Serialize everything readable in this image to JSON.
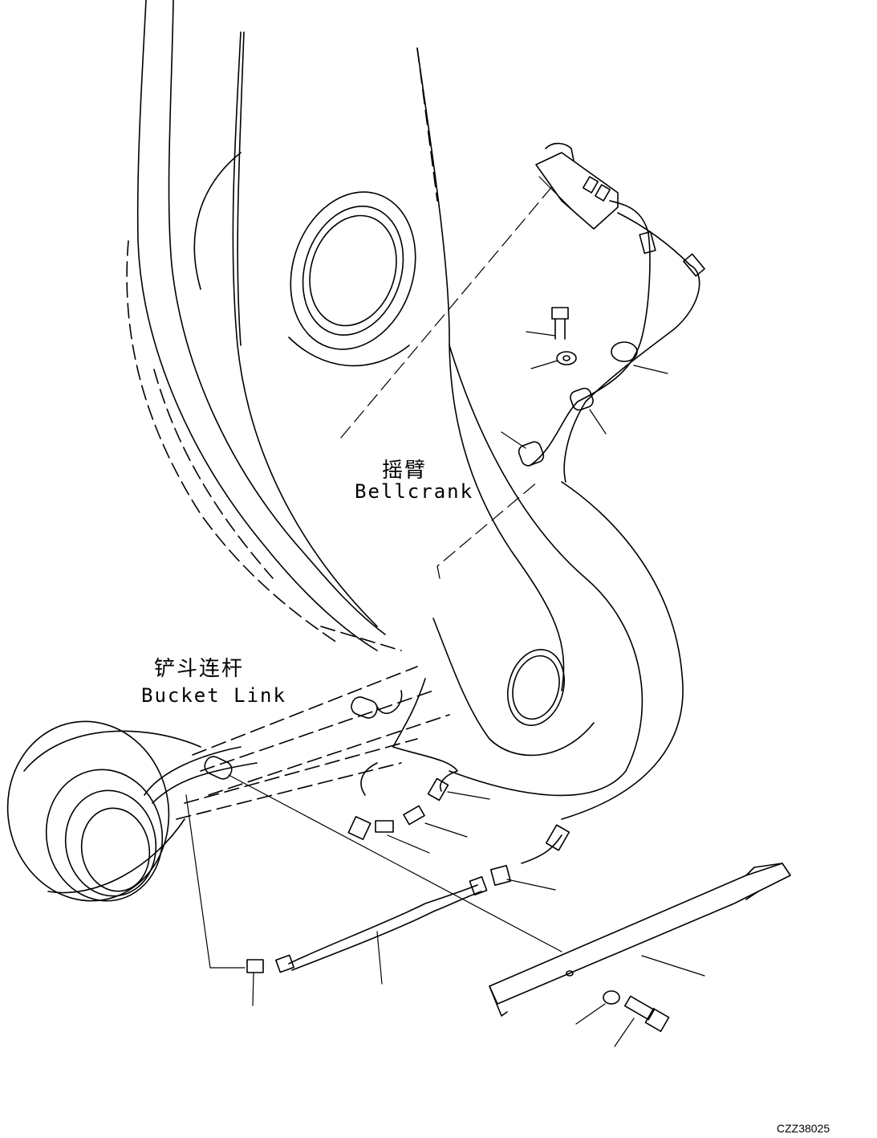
{
  "labels": {
    "bellcrank_zh": "摇臂",
    "bellcrank_en": "Bellcrank",
    "bucket_link_zh": "铲斗连杆",
    "bucket_link_en": "Bucket Link"
  },
  "drawing_code": "CZZ38025",
  "icons": [
    "grease-block-icon",
    "bolt-icon",
    "washer-icon",
    "clamp-icon",
    "pipe-icon",
    "elbow-fitting-icon",
    "cover-plate-icon"
  ]
}
